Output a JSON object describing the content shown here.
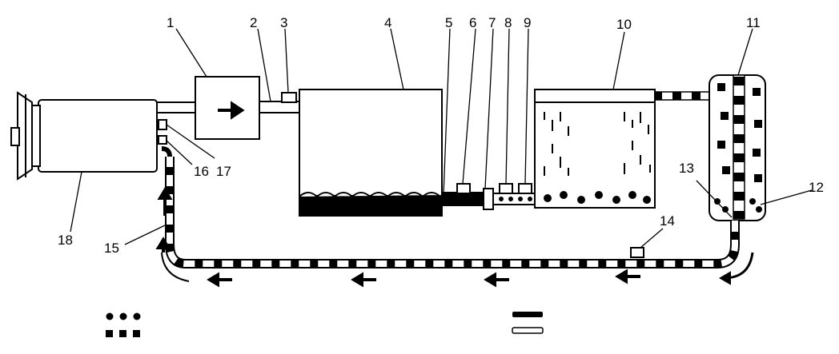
{
  "callouts": [
    {
      "id": "1",
      "label": "1"
    },
    {
      "id": "2",
      "label": "2"
    },
    {
      "id": "3",
      "label": "3"
    },
    {
      "id": "4",
      "label": "4"
    },
    {
      "id": "5",
      "label": "5"
    },
    {
      "id": "6",
      "label": "6"
    },
    {
      "id": "7",
      "label": "7"
    },
    {
      "id": "8",
      "label": "8"
    },
    {
      "id": "9",
      "label": "9"
    },
    {
      "id": "10",
      "label": "10"
    },
    {
      "id": "11",
      "label": "11"
    },
    {
      "id": "12",
      "label": "12"
    },
    {
      "id": "13",
      "label": "13"
    },
    {
      "id": "14",
      "label": "14"
    },
    {
      "id": "15",
      "label": "15"
    },
    {
      "id": "16",
      "label": "16"
    },
    {
      "id": "17",
      "label": "17"
    },
    {
      "id": "18",
      "label": "18"
    }
  ],
  "legend": {
    "symbols": [
      "dots-symbol",
      "squares-symbol",
      "solid-bar-symbol",
      "hollow-bar-symbol"
    ]
  },
  "colors": {
    "ink": "#000000",
    "paper": "#ffffff"
  }
}
